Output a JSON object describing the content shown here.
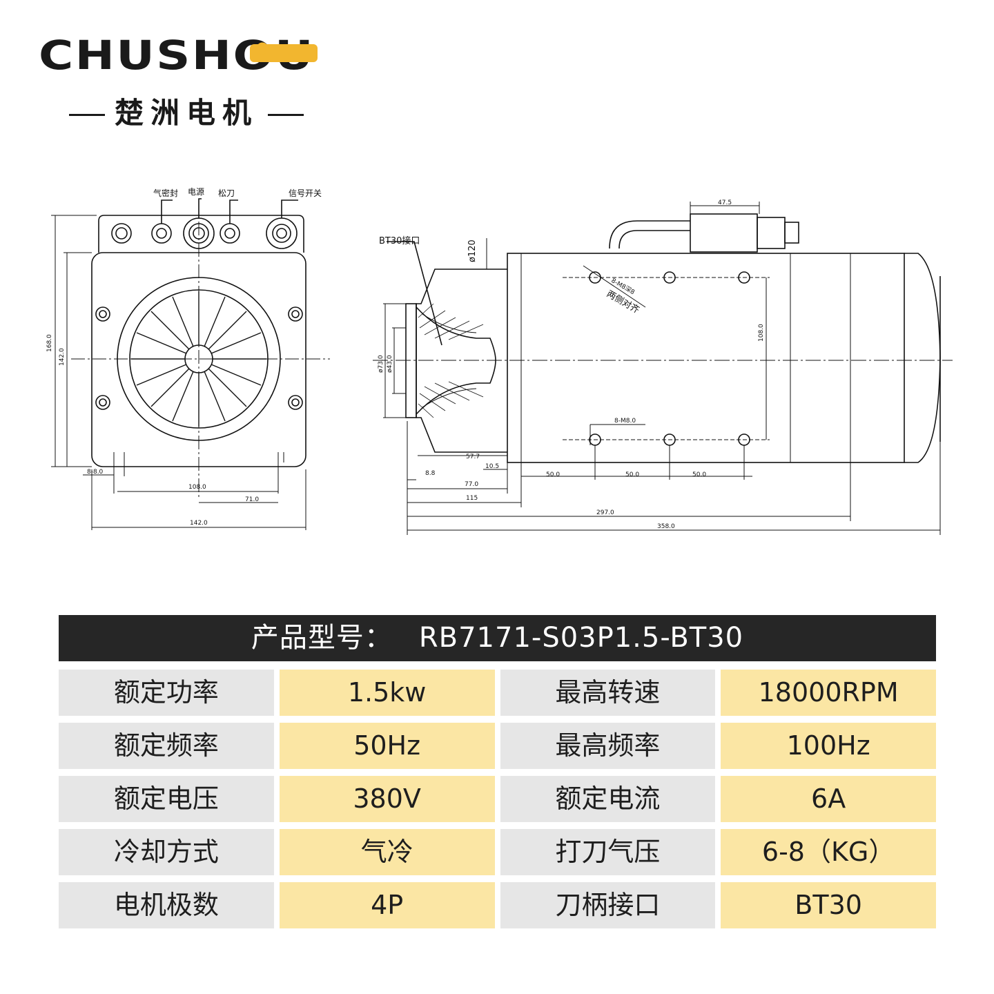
{
  "brand": {
    "wordmark": "CHUSHOU",
    "subtitle": "楚洲电机",
    "accent_color": "#f2b62f"
  },
  "drawing": {
    "left_labels": [
      "气密封",
      "电源",
      "松刀",
      "信号开关"
    ],
    "front_dims": {
      "h168": "168.0",
      "h142": "142.0",
      "hole": "8-8.0",
      "w108": "108.0",
      "w71": "71.0",
      "w142": "142.0"
    },
    "side_dims": {
      "bt30": "BT30接口",
      "d120": "ø120",
      "d73": "ø73.0",
      "d43": "ø43.0",
      "top": "47.5",
      "m8_top": "8-M8深8",
      "align": "两侧对齐",
      "m8_bot": "8-M8.0",
      "h108": "108.0",
      "d57": "57.7",
      "d105": "10.5",
      "d88": "8.8",
      "d77": "77.0",
      "d115": "115",
      "d50a": "50.0",
      "d50b": "50.0",
      "d50c": "50.0",
      "d297": "297.0",
      "d358": "358.0"
    }
  },
  "spec": {
    "title_label": "产品型号：",
    "model": "RB7171-S03P1.5-BT30",
    "rows": [
      {
        "l1": "额定功率",
        "v1": "1.5kw",
        "l2": "最高转速",
        "v2": "18000RPM"
      },
      {
        "l1": "额定频率",
        "v1": "50Hz",
        "l2": "最高频率",
        "v2": "100Hz"
      },
      {
        "l1": "额定电压",
        "v1": "380V",
        "l2": "额定电流",
        "v2": "6A"
      },
      {
        "l1": "冷却方式",
        "v1": "气冷",
        "l2": "打刀气压",
        "v2": "6-8（KG）"
      },
      {
        "l1": "电机极数",
        "v1": "4P",
        "l2": "刀柄接口",
        "v2": "BT30"
      }
    ],
    "label_bg": "#e6e6e6",
    "value_bg": "#fbe6a4"
  }
}
